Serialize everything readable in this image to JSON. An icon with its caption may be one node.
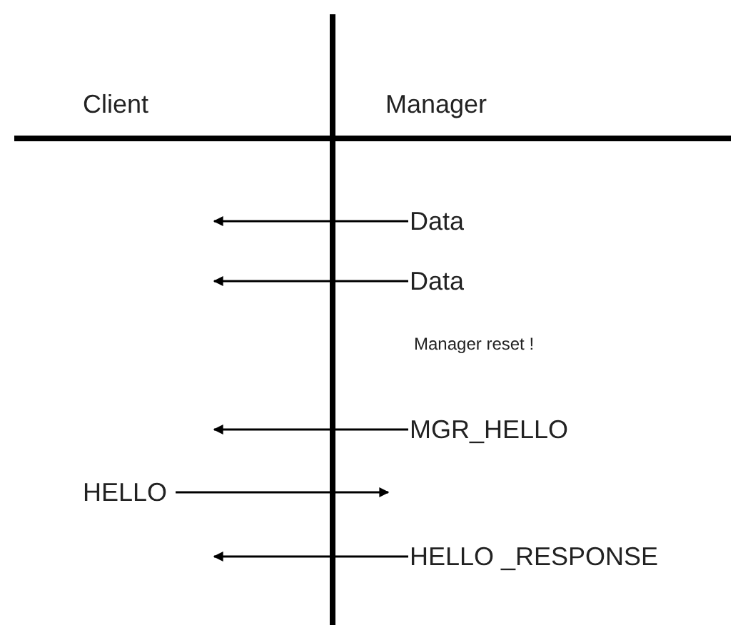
{
  "diagram": {
    "nodes": [
      {
        "text": [
          "Data"
        ]
      },
      {
        "text": [
          "Data"
        ]
      },
      {
        "text": [
          "MGR_HELLO"
        ]
      },
      {
        "text": [
          "HELLO"
        ]
      },
      {
        "text": [
          "HELLO _RESPONSE"
        ]
      }
    ],
    "edges": [
      {
        "from": 0,
        "to": null,
        "arrow": "to"
      },
      {
        "from": 1,
        "to": null,
        "arrow": "to"
      },
      {
        "from": 2,
        "to": null,
        "arrow": "to"
      },
      {
        "from": 3,
        "to": null,
        "arrow": "to"
      },
      {
        "from": 4,
        "to": null,
        "arrow": "to"
      }
    ],
    "labels": [
      "Client",
      "Manager",
      "Manager reset !"
    ]
  }
}
